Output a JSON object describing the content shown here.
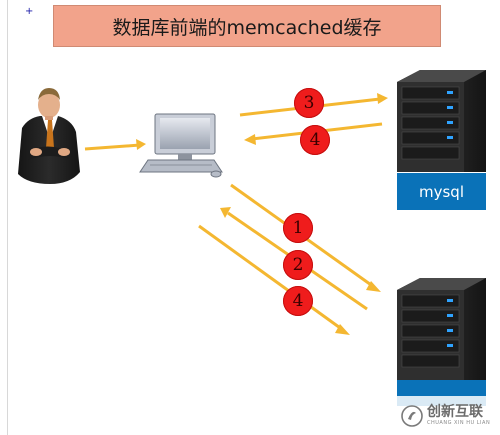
{
  "title": "数据库前端的memcached缓存",
  "marker": "+",
  "mysql_label": "mysql",
  "steps": {
    "s1": "1",
    "s2": "2",
    "s3": "3",
    "s4a": "4",
    "s4b": "4"
  },
  "watermark": {
    "title": "创新互联",
    "subtitle": "CHUANG XIN HU LIAN"
  },
  "colors": {
    "arrow": "#f4b731",
    "step": "#ef1c1c",
    "server": "#2a2a2a",
    "label_bg": "#0a72b8",
    "title_bg": "#f2a38b"
  },
  "icons": {
    "user": "businessman-icon",
    "client": "computer-icon",
    "db_server": "server-icon",
    "cache_server": "server-icon"
  }
}
